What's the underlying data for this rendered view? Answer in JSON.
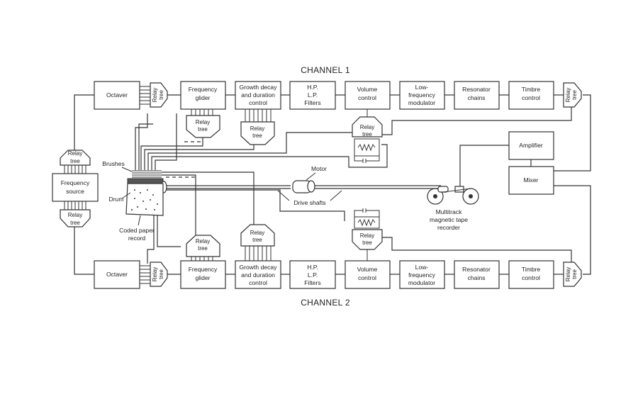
{
  "diagram": {
    "channel1_title": "CHANNEL 1",
    "channel2_title": "CHANNEL 2",
    "blocks": {
      "octaver": "Octaver",
      "relay": [
        "Relay",
        "tree"
      ],
      "freq_glider": [
        "Frequency",
        "glider"
      ],
      "growth": [
        "Growth decay",
        "and duration",
        "control"
      ],
      "filters": [
        "H.P.",
        "L.P.",
        "Filters"
      ],
      "volume": [
        "Volume",
        "control"
      ],
      "lowfreq": [
        "Low-",
        "frequency",
        "modulator"
      ],
      "resonator": [
        "Resonator",
        "chains"
      ],
      "timbre": [
        "Timbre",
        "control"
      ],
      "freq_source": [
        "Frequency",
        "source"
      ],
      "amplifier": "Amplifier",
      "mixer": "Mixer"
    },
    "labels": {
      "brushes": "Brushes",
      "drum": "Drum",
      "coded_paper": [
        "Coded paper",
        "record"
      ],
      "motor": "Motor",
      "drive_shafts": "Drive shafts",
      "tape_recorder": [
        "Multitrack",
        "magnetic tape",
        "recorder"
      ]
    }
  }
}
